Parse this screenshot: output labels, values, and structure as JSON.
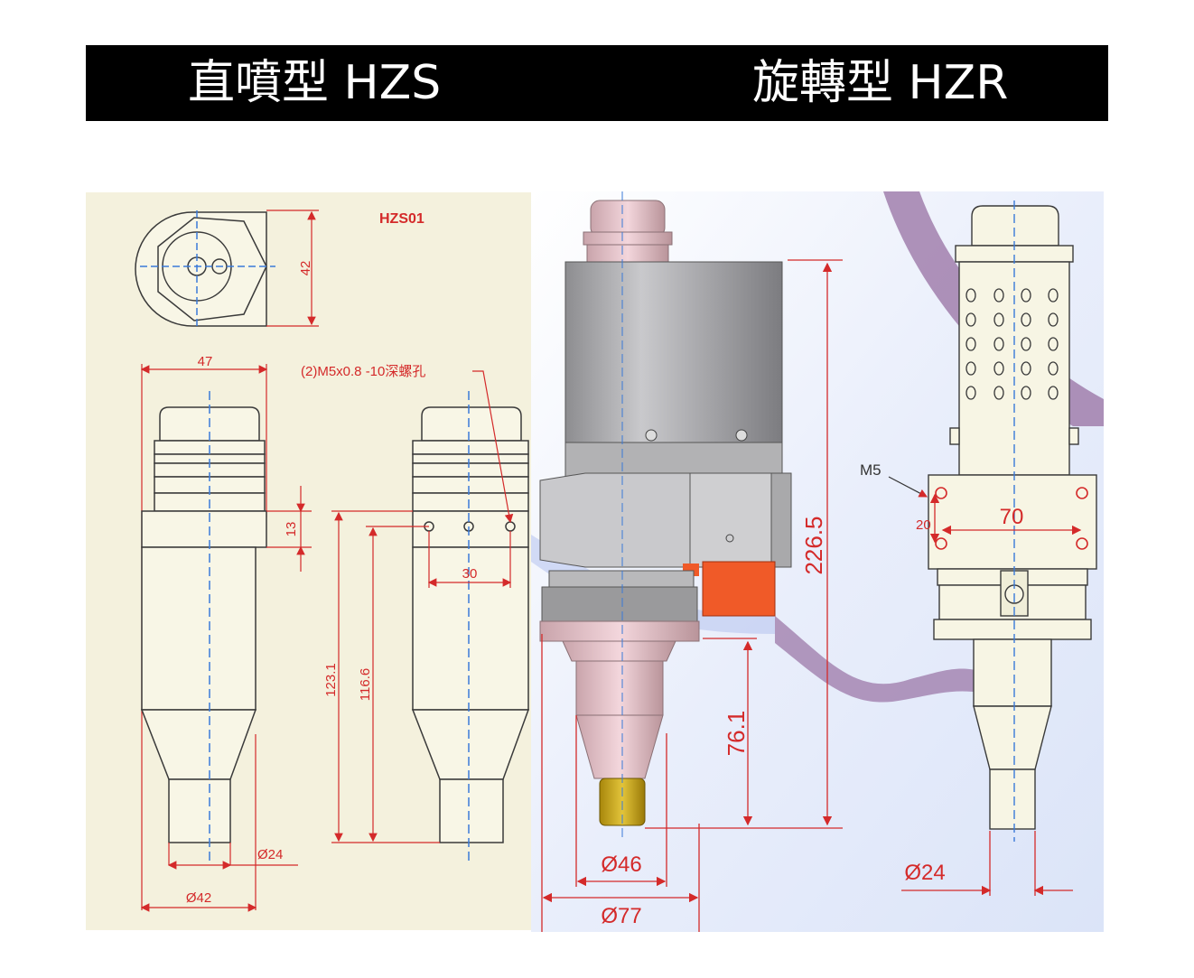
{
  "header": {
    "left_title": "直噴型 HZS",
    "right_title": "旋轉型 HZR"
  },
  "hzs": {
    "model": "HZS01",
    "dim_42_top": "42",
    "dim_47": "47",
    "thread_note": "(2)M5x0.8 -10深螺孔",
    "dim_13": "13",
    "dim_30": "30",
    "dim_123": "123.1",
    "dim_116": "116.6",
    "dim_d24": "Ø24",
    "dim_d42": "Ø42"
  },
  "hzr": {
    "dim_226": "226.5",
    "dim_76": "76.1",
    "dim_d46": "Ø46",
    "dim_d77": "Ø77",
    "m5": "M5",
    "dim_20": "20",
    "dim_70": "70",
    "dim_d24": "Ø24"
  },
  "colors": {
    "drawing_bg": "#f4f1dd",
    "dim_red": "#d42a2a",
    "axis_blue": "#3a7ad8",
    "body_grey": "#9a9a9c",
    "orange": "#f05a28",
    "brass": "#c9a818",
    "pink": "#efc8d0"
  }
}
